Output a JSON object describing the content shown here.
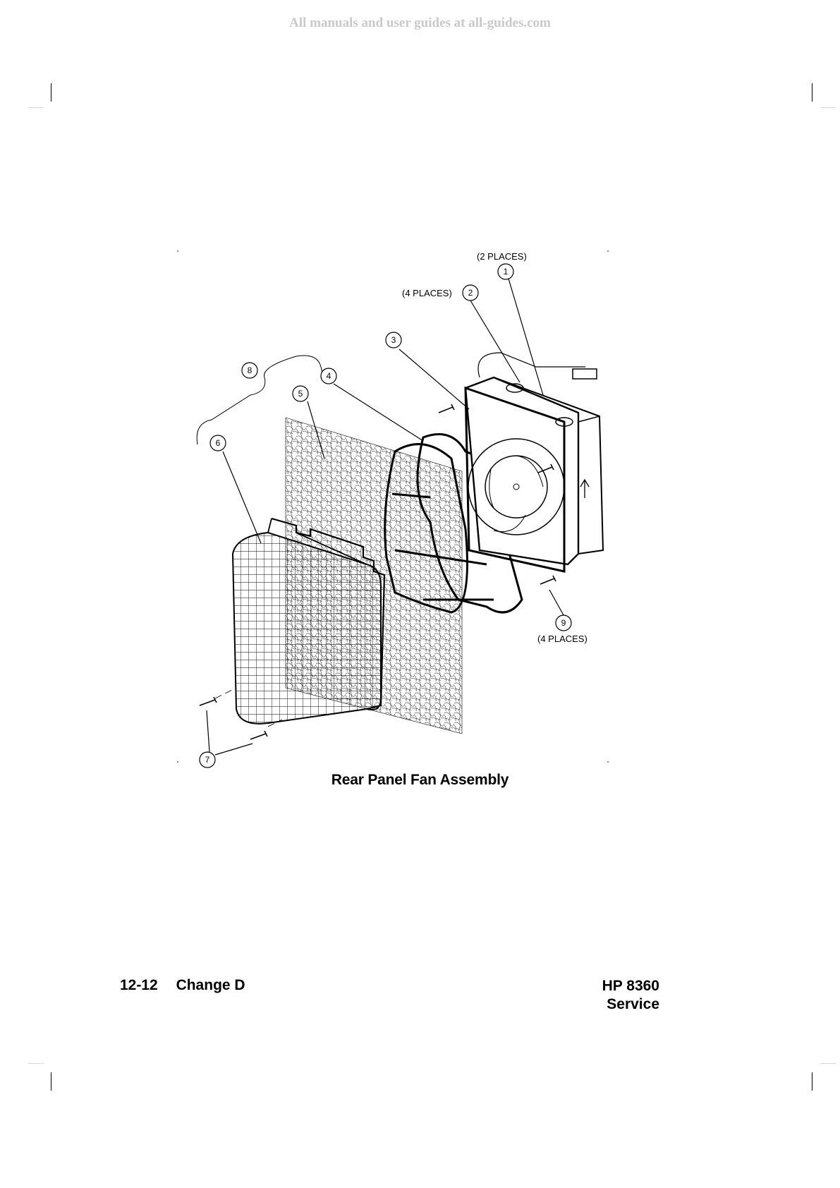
{
  "watermark": "All manuals and user guides at all-guides.com",
  "figure": {
    "caption": "Rear Panel Fan Assembly",
    "callouts": [
      "1",
      "2",
      "3",
      "4",
      "5",
      "6",
      "7",
      "8",
      "9"
    ],
    "notes": {
      "two_places": "(2  PLACES)",
      "four_places_top": "(4  PLACES)",
      "four_places_bottom": "(4  PLACES)"
    }
  },
  "footer": {
    "page_number": "12-12",
    "change": "Change D",
    "product": "HP 8360",
    "section": "Service"
  }
}
